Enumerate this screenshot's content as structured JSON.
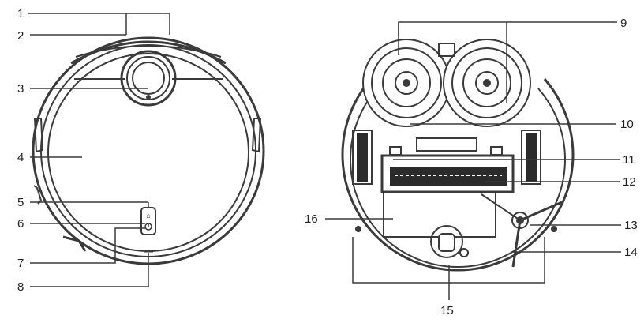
{
  "callouts": {
    "c1": "1",
    "c2": "2",
    "c3": "3",
    "c4": "4",
    "c5": "5",
    "c6": "6",
    "c7": "7",
    "c8": "8",
    "c9": "9",
    "c10": "10",
    "c11": "11",
    "c12": "12",
    "c13": "13",
    "c14": "14",
    "c15": "15",
    "c16": "16"
  },
  "colors": {
    "line": "#3a3a3a",
    "fill_dark": "#2b2b2b",
    "fill_light": "#f2f2f2"
  }
}
